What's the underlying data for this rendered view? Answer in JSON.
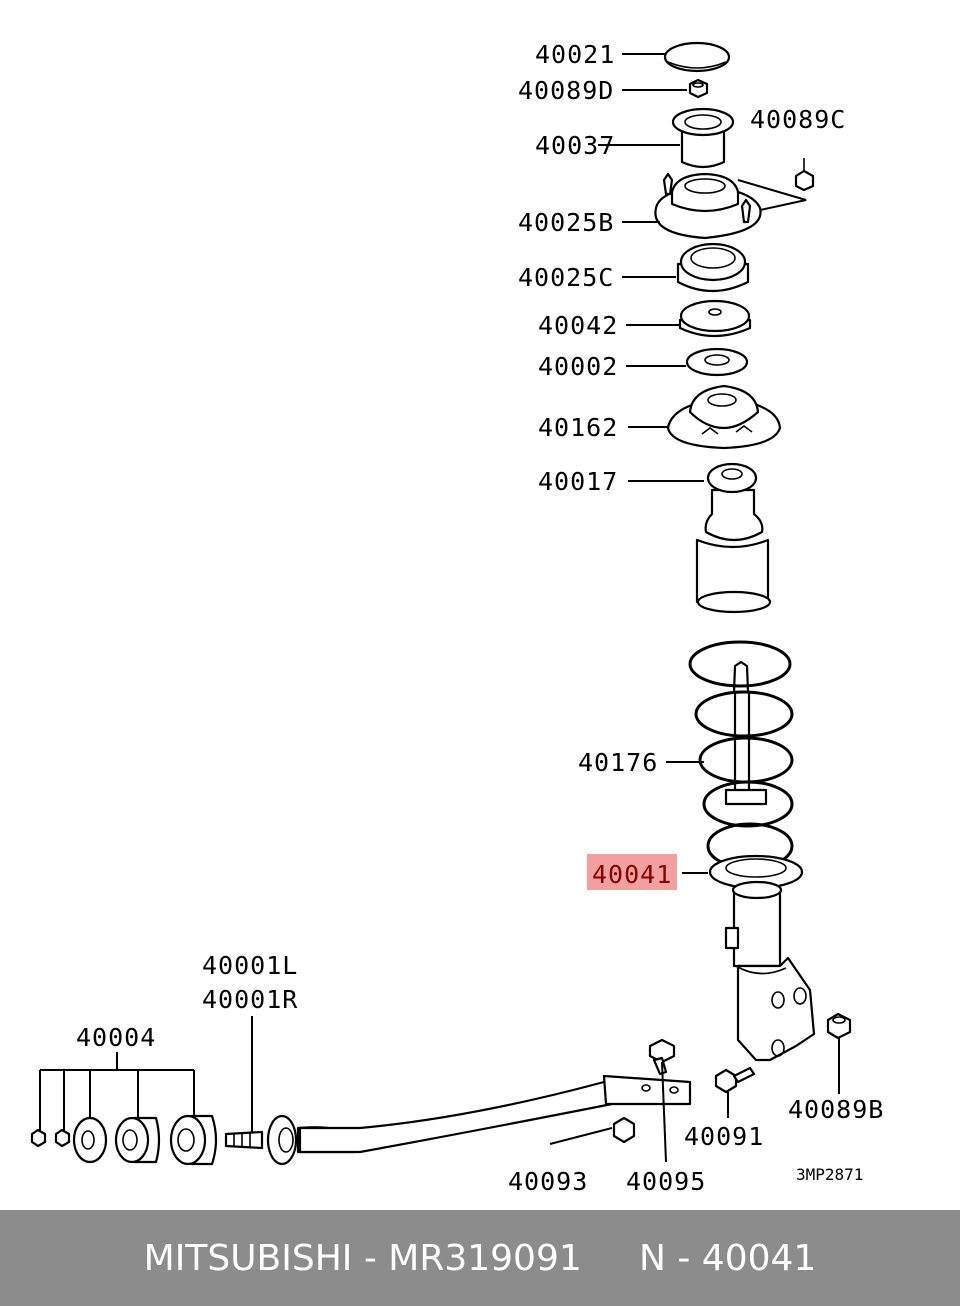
{
  "labels": {
    "p40021": "40021",
    "p40089D": "40089D",
    "p40037": "40037",
    "p40089C": "40089C",
    "p40025B": "40025B",
    "p40025C": "40025C",
    "p40042": "40042",
    "p40002": "40002",
    "p40162": "40162",
    "p40017": "40017",
    "p40176": "40176",
    "p40041": "40041",
    "p40001L": "40001L",
    "p40001R": "40001R",
    "p40004": "40004",
    "p40091": "40091",
    "p40089B": "40089B",
    "p40093": "40093",
    "p40095": "40095"
  },
  "drawing_code": "3MP2871",
  "highlight_part": "40041",
  "highlight_color": "#f2a0a0",
  "footer": {
    "text": "MITSUBISHI - MR319091     N - 40041"
  }
}
